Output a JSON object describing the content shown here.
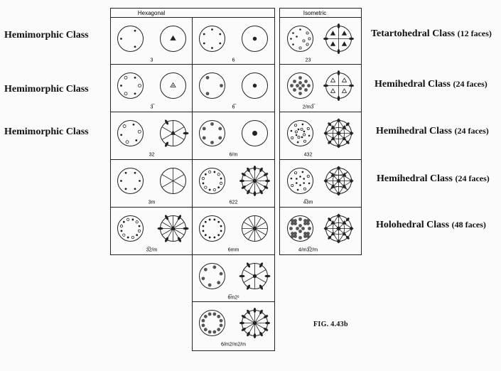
{
  "headers": {
    "hexagonal": "Hexagonal",
    "isometric": "Isometric"
  },
  "hex_cells": [
    {
      "symbol": "3"
    },
    {
      "symbol": "6"
    },
    {
      "symbol": "3̅"
    },
    {
      "symbol": "6̅"
    },
    {
      "symbol": "32"
    },
    {
      "symbol": "6/m"
    },
    {
      "symbol": "3m"
    },
    {
      "symbol": "622"
    },
    {
      "symbol": "3̅2/m"
    },
    {
      "symbol": "6mm"
    },
    {
      "symbol": "6̅m2²"
    },
    {
      "symbol": "6/m2/m2/m"
    }
  ],
  "iso_cells": [
    {
      "symbol": "23"
    },
    {
      "symbol": "2/m3̅"
    },
    {
      "symbol": "432"
    },
    {
      "symbol": "4̅3m"
    },
    {
      "symbol": "4/m3̅2/m"
    }
  ],
  "left_labels": [
    "Hemimorphic Class",
    "Hemimorphic Class",
    "Hemimorphic Class"
  ],
  "right_labels": [
    {
      "name": "Tetartohedral Class",
      "faces": "(12 faces)"
    },
    {
      "name": "Hemihedral Class",
      "faces": "(24 faces)"
    },
    {
      "name": "Hemihedral Class",
      "faces": "(24 faces)"
    },
    {
      "name": "Hemihedral Class",
      "faces": "(24 faces)"
    },
    {
      "name": "Holohedral Class",
      "faces": "(48 faces)"
    }
  ],
  "caption": "FIG. 4.43b"
}
